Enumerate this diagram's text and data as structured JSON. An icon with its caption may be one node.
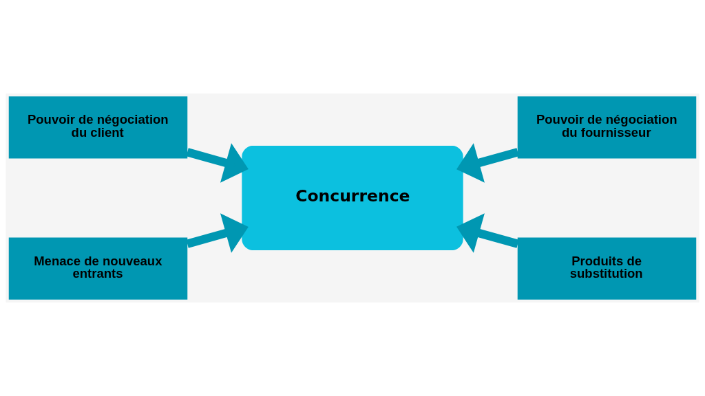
{
  "diagram": {
    "nodes": [
      {
        "text": [
          "Pouvoir de négociation du client"
        ]
      },
      {
        "text": [
          "Pouvoir de négociation du fournisseur"
        ]
      },
      {
        "text": [
          "Concurrence"
        ]
      },
      {
        "text": [
          "Menace de nouveaux entrants"
        ]
      },
      {
        "text": [
          "Produits de substitution"
        ]
      }
    ],
    "edges": [
      {
        "from": 0,
        "to": 2,
        "arrow": "to"
      },
      {
        "from": 1,
        "to": 2,
        "arrow": "to"
      },
      {
        "from": 3,
        "to": 2,
        "arrow": "to"
      },
      {
        "from": 4,
        "to": 2,
        "arrow": "to"
      }
    ]
  }
}
